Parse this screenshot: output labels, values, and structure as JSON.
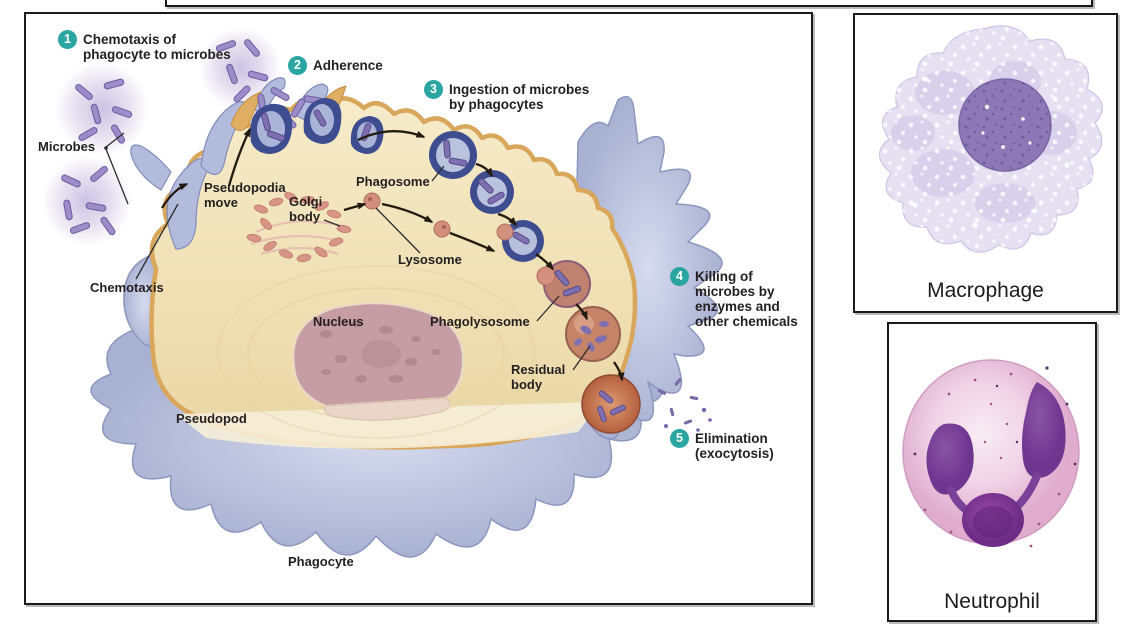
{
  "diagram": {
    "steps": [
      {
        "num": "1",
        "text": "Chemotaxis of\nphagocyte to microbes"
      },
      {
        "num": "2",
        "text": "Adherence"
      },
      {
        "num": "3",
        "text": "Ingestion of microbes\nby phagocytes"
      },
      {
        "num": "4",
        "text": "Killing of\nmicrobes by\nenzymes and\nother chemicals"
      },
      {
        "num": "5",
        "text": "Elimination\n(exocytosis)"
      }
    ],
    "labels": {
      "microbes": "Microbes",
      "chemotaxis": "Chemotaxis",
      "pseudopodia_move": "Pseudopodia\nmove",
      "golgi_body": "Golgi\nbody",
      "phagosome": "Phagosome",
      "lysosome": "Lysosome",
      "phagolysosome": "Phagolysosome",
      "residual_body": "Residual\nbody",
      "nucleus": "Nucleus",
      "pseudopod": "Pseudopod",
      "phagocyte": "Phagocyte"
    }
  },
  "side_images": [
    {
      "caption": "Macrophage"
    },
    {
      "caption": "Neutrophil"
    }
  ],
  "colors": {
    "step_badge": "#2aa5a1",
    "label_text": "#231f20",
    "border": "#1a1a1a",
    "cytoplasm": "#efe0b4",
    "membrane": "#d9a75c",
    "pseudopod_blue": "#b9c0dd",
    "microbe_purple": "#9c8cc7",
    "phagosome_blue": "#3e4c90",
    "lysosome_salmon": "#d28f7d",
    "nucleus_mauve": "#c69da4"
  }
}
